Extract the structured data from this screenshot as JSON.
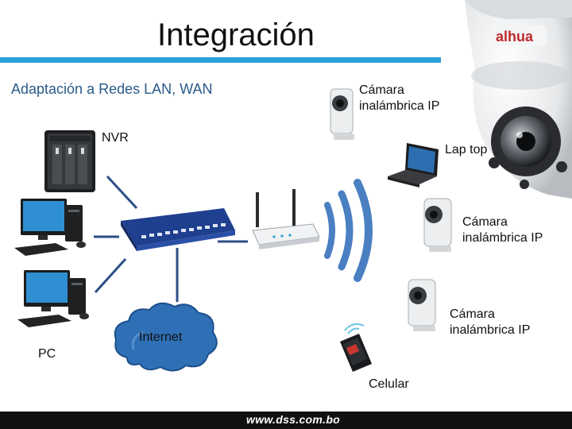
{
  "title": "Integración",
  "subtitle": "Adaptación a Redes LAN, WAN",
  "brand": "alhua",
  "footer_url": "www.dss.com.bo",
  "nodes": {
    "nvr": "NVR",
    "pc": "PC",
    "internet": "Internet",
    "laptop": "Lap top",
    "camera_top": [
      "Cámara",
      "inalámbrica IP"
    ],
    "camera_mid": [
      "Cámara",
      "inalámbrica IP"
    ],
    "camera_low": [
      "Cámara",
      "inalámbrica IP"
    ],
    "phone": "Celular"
  },
  "colors": {
    "accent": "#2a9fd8",
    "switch": "#1f3f8f",
    "cloud": "#2f6fb5",
    "wifi": "#4a7fc1"
  },
  "icons": [
    "nvr-icon",
    "pc-icon",
    "switch-icon",
    "router-icon",
    "wifi-waves-icon",
    "laptop-icon",
    "ip-camera-icon",
    "phone-icon",
    "cloud-icon",
    "ptz-dome-camera-icon"
  ]
}
